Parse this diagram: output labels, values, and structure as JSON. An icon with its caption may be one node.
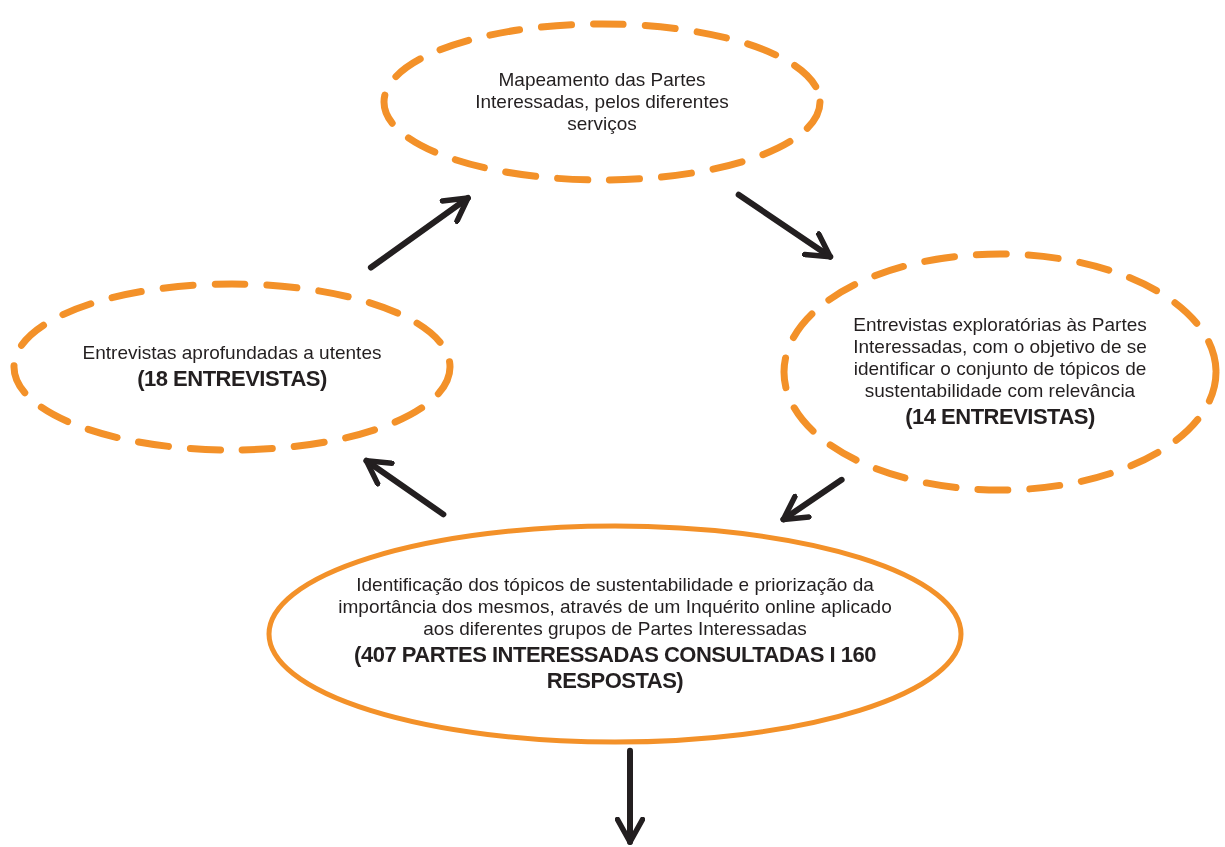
{
  "diagram": {
    "nodes": [
      {
        "text": [
          "Mapeamento das Partes Interessadas, pelos diferentes serviços"
        ]
      },
      {
        "text": [
          "Entrevistas exploratórias às Partes Interessadas, com o objetivo de se identificar o conjunto de tópicos de sustentabilidade com relevância",
          "(14 ENTREVISTAS)"
        ]
      },
      {
        "text": [
          "Identificação dos tópicos de sustentabilidade e priorização da importância dos mesmos, através de um Inquérito online aplicado aos diferentes grupos de Partes Interessadas",
          "(407 PARTES INTERESSADAS CONSULTADAS I 160 RESPOSTAS)"
        ]
      },
      {
        "text": [
          "Entrevistas aprofundadas a utentes",
          "(18 ENTREVISTAS)"
        ]
      }
    ],
    "edges": [
      {
        "from": 0,
        "to": 1,
        "arrow": "to"
      },
      {
        "from": 1,
        "to": 2,
        "arrow": "to"
      },
      {
        "from": 2,
        "to": 3,
        "arrow": "to"
      },
      {
        "from": 3,
        "to": 0,
        "arrow": "to"
      },
      {
        "from": 2,
        "to": null,
        "arrow": "to"
      }
    ]
  }
}
